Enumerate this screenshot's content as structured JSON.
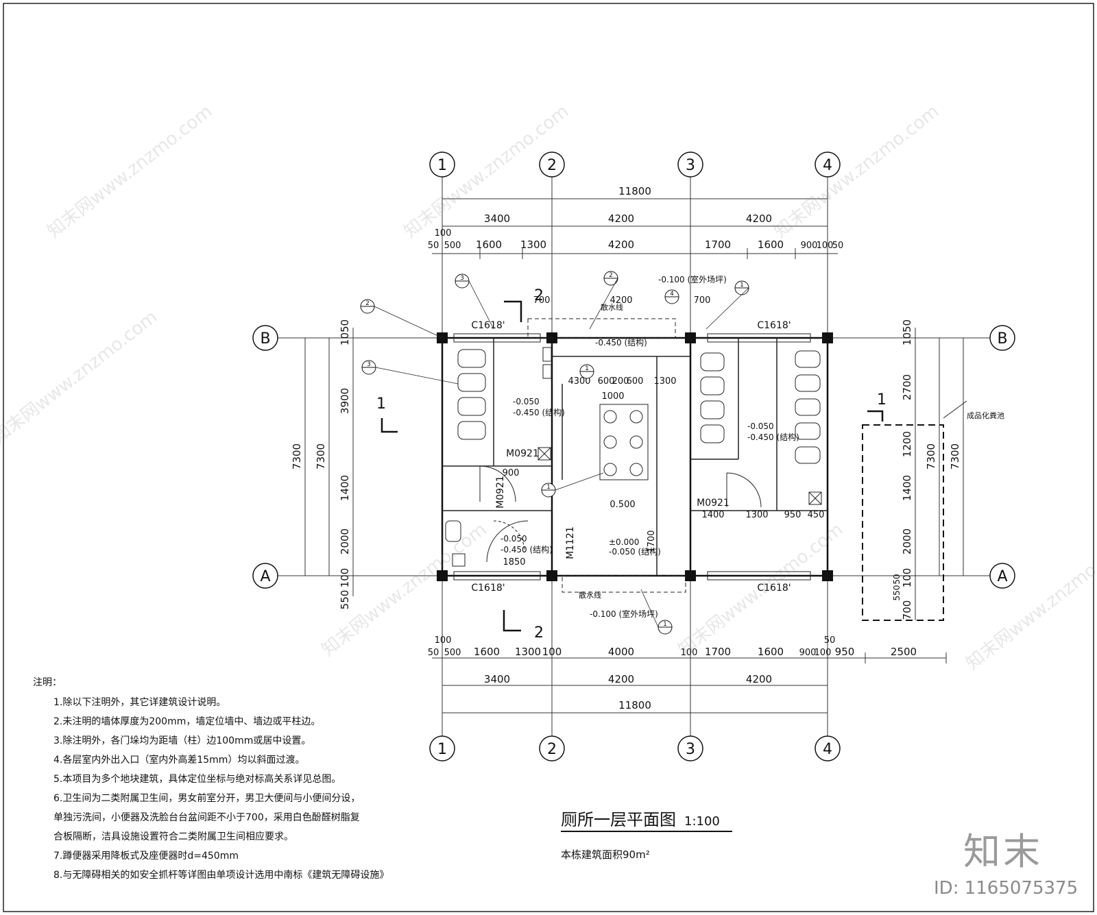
{
  "drawing": {
    "title": "厕所一层平面图",
    "scale": "1:100",
    "area_label": "本栋建筑面积90m²"
  },
  "axes": {
    "columns": [
      "1",
      "2",
      "3",
      "4"
    ],
    "rows": [
      "B",
      "A"
    ]
  },
  "dimensions": {
    "top_total": "11800",
    "top_bays": [
      "3400",
      "4200",
      "4200"
    ],
    "top_detail": [
      "100",
      "50",
      "500",
      "1600",
      "1300",
      "4200",
      "1700",
      "1600",
      "900",
      "100",
      "50"
    ],
    "bottom_total": "11800",
    "bottom_bays": [
      "3400",
      "4200",
      "4200"
    ],
    "bottom_detail": [
      "100",
      "50",
      "500",
      "1600",
      "1300",
      "100",
      "4000",
      "100",
      "1700",
      "1600",
      "900",
      "100",
      "950",
      "2500",
      "50"
    ],
    "left_outer": [
      "7300",
      "7300"
    ],
    "left_detail": [
      "1050",
      "3900",
      "1400",
      "2000",
      "100",
      "550"
    ],
    "right_outer": [
      "7300",
      "7300"
    ],
    "right_detail": [
      "1050",
      "2700",
      "1200",
      "1400",
      "2000",
      "100",
      "50",
      "550",
      "700"
    ]
  },
  "labels": {
    "windows": [
      "C1618'",
      "C1618'",
      "C1618'",
      "C1618'"
    ],
    "doors": [
      "M0921",
      "M0921",
      "M0921",
      "M1121"
    ],
    "section_marks": [
      "1",
      "1",
      "2",
      "2"
    ],
    "levels": [
      "-0.100 (室外场坪)",
      "-0.450 (结构)",
      "-0.050",
      "-0.450 (结构)",
      "-0.050",
      "-0.450 (结构)",
      "±0.000",
      "-0.050 (结构)",
      "-0.050",
      "-0.450 (结构)",
      "-0.100 (室外场坪)"
    ],
    "interior_dims": [
      "4200",
      "700",
      "700",
      "600",
      "200",
      "600",
      "1300",
      "1000",
      "4300",
      "1400",
      "1300",
      "950",
      "450",
      "900",
      "1850",
      "0.500",
      "1700"
    ],
    "septic": "成品化粪池",
    "slope_line": "散水线",
    "detail_refs": [
      "2",
      "3",
      "3",
      "2",
      "4",
      "1",
      "1",
      "1",
      "1"
    ]
  },
  "notes": {
    "header": "注明：",
    "items": [
      "1.除以下注明外，其它详建筑设计说明。",
      "2.未注明的墙体厚度为200mm，墙定位墙中、墙边或平柱边。",
      "3.除注明外，各门垛均为距墙（柱）边100mm或居中设置。",
      "4.各层室内外出入口（室内外高差15mm）均以斜面过渡。",
      "5.本项目为多个地块建筑，具体定位坐标与绝对标高关系详见总图。",
      "6.卫生间为二类附属卫生间，男女前室分开，男卫大便间与小便间分设，",
      "单独污洗间，小便器及洗脸台台盆间距不小于700，采用白色酚醛树脂复",
      "合板隔断，洁具设施设置符合二类附属卫生间相应要求。",
      "7.蹲便器采用降板式及座便器时d=450mm",
      "8.与无障碍相关的如安全抓杆等详图由单项设计选用中南标《建筑无障碍设施》"
    ]
  },
  "branding": {
    "logo": "知末",
    "image_id": "ID: 1165075375",
    "watermark": "知末网www.znzmo.com"
  }
}
